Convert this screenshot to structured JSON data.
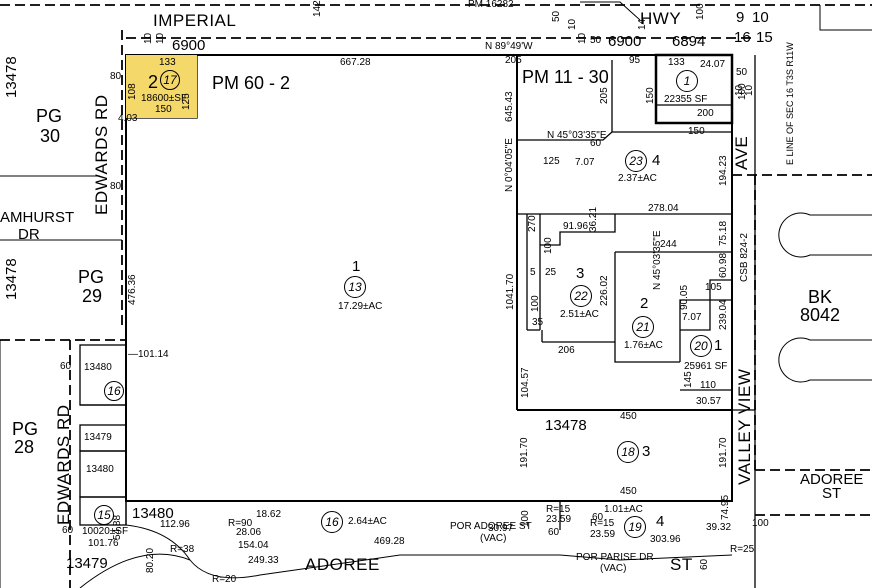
{
  "streets": {
    "imperial": "IMPERIAL",
    "hwy": "HWY",
    "edwards_rd_top": "EDWARDS RD",
    "amhurst": "AMHURST",
    "amhurst_dr": "DR",
    "edwards_rd_bottom": "EDWARDS RD",
    "adoree": "ADOREE",
    "st": "ST",
    "valley_view": "VALLEY VIEW",
    "ave": "AVE",
    "adoree_st_right_1": "ADOREE",
    "adoree_st_right_2": "ST",
    "por_adoree": "POR ADOREE ST",
    "por_adoree_vac": "(VAC)",
    "por_parise": "POR PARISE DR",
    "por_parise_vac": "(VAC)"
  },
  "header": {
    "pm_16282": "PM 16282",
    "pm_60_2": "PM 60 - 2",
    "pm_11_30": "PM 11 - 30",
    "addr_6900": "6900",
    "addr_6900b": "6900",
    "addr_6894": "6894",
    "n_89_49w": "N 89°49'W",
    "sec_line": "E LINE OF SEC 16 T3S R11W"
  },
  "page_refs": {
    "pg30": "PG",
    "pg30n": "30",
    "pg29": "PG",
    "pg29n": "29",
    "pg28": "PG",
    "pg28n": "28",
    "bk8042": "BK",
    "bk8042n": "8042",
    "csb": "CSB 824-2"
  },
  "parcels": [
    {
      "num": "17",
      "lot": "2",
      "area": "18600±SF"
    },
    {
      "num": "13",
      "lot": "1",
      "area": "17.29±AC"
    },
    {
      "num": "1",
      "area": "22355 SF"
    },
    {
      "num": "23",
      "lot": "4",
      "area": "2.37±AC"
    },
    {
      "num": "22",
      "lot": "3",
      "area": "2.51±AC"
    },
    {
      "num": "21",
      "lot": "2",
      "area": "1.76±AC"
    },
    {
      "num": "20",
      "lot": "1",
      "area": "25961 SF"
    },
    {
      "num": "18",
      "lot": "3"
    },
    {
      "num": "16",
      "area": "2.64±AC"
    },
    {
      "num": "19",
      "lot": "4",
      "area": "1.01±AC"
    },
    {
      "num": "16"
    },
    {
      "num": "15",
      "area": "10020±SF"
    }
  ],
  "dims": {
    "d667_28": "667.28",
    "d645_43": "645.43",
    "n0_04_05e": "N 0°04'05\"E",
    "n45_03_35e": "N 45°03'35\"E",
    "n45_03_35e_b": "N 45°03'35\"E",
    "d1041_70": "1041.70",
    "d476_36": "476.36",
    "d101_14": "101.14",
    "d191_70a": "191.70",
    "d191_70b": "191.70",
    "d450a": "450",
    "d450b": "450",
    "d278_04": "278.04",
    "d244": "244",
    "d206": "206",
    "d104_57": "104.57",
    "d226_02": "226.02",
    "d194_23": "194.23",
    "d239_04": "239.04",
    "d60_98": "60.98",
    "d75_18": "75.18",
    "d91_96": "91.96",
    "d36_21": "36.21",
    "d125": "125",
    "d7_07a": "7.07",
    "d7_07b": "7.07",
    "d270": "270",
    "d469_28": "469.28",
    "d30_97": "30.97",
    "d303_96": "303.96",
    "d30_57": "30.57",
    "d110": "110",
    "d105": "105",
    "d90_05": "90.05",
    "d145": "145",
    "d24_07": "24.07",
    "d133a": "133",
    "d133b": "133",
    "d125b": "125",
    "d108": "108",
    "d150a": "150",
    "d150b": "150",
    "d150c": "150",
    "d200": "200",
    "d205a": "205",
    "d205b": "205",
    "d95": "95",
    "d142": "142",
    "d101_76": "101.76",
    "d54_88": "54.88",
    "d112_96": "112.96",
    "d80_20": "80.20",
    "d154_04": "154.04",
    "d28_06": "28.06",
    "d18_62": "18.62",
    "d249_33": "249.33",
    "d74_95": "74.95",
    "d39_32": "39.32",
    "d23_59a": "23.59",
    "d23_59b": "23.59",
    "d4_03": "4.03",
    "d13480a": "13480",
    "d13480b": "13480",
    "d13480c": "13480",
    "d13479a": "13479",
    "d13479b": "13479",
    "d13478a": "13478",
    "d13478b": "13478",
    "d13478c": "13478",
    "r90": "R=90",
    "r38": "R=38",
    "r20": "R=20",
    "r15a": "R=15",
    "r15b": "R=15",
    "r25": "R=25",
    "n50": "50",
    "n60a": "60",
    "n60b": "60",
    "n60c": "60",
    "n60d": "60",
    "n60e": "60",
    "n60f": "60",
    "n80a": "80",
    "n80b": "80",
    "n100a": "100",
    "n100b": "100",
    "n100c": "100",
    "n100d": "100",
    "n100e": "100",
    "n100f": "100",
    "n35": "35",
    "n25": "25",
    "n5": "5",
    "n10a": "10",
    "n10b": "10",
    "n10c": "10",
    "n10d": "10",
    "n9": "9",
    "n10e": "10",
    "n16": "16",
    "n15": "15",
    "n50b": "50",
    "n50c": "50",
    "n10f": "10",
    "n10g": "10",
    "n14": "14"
  }
}
